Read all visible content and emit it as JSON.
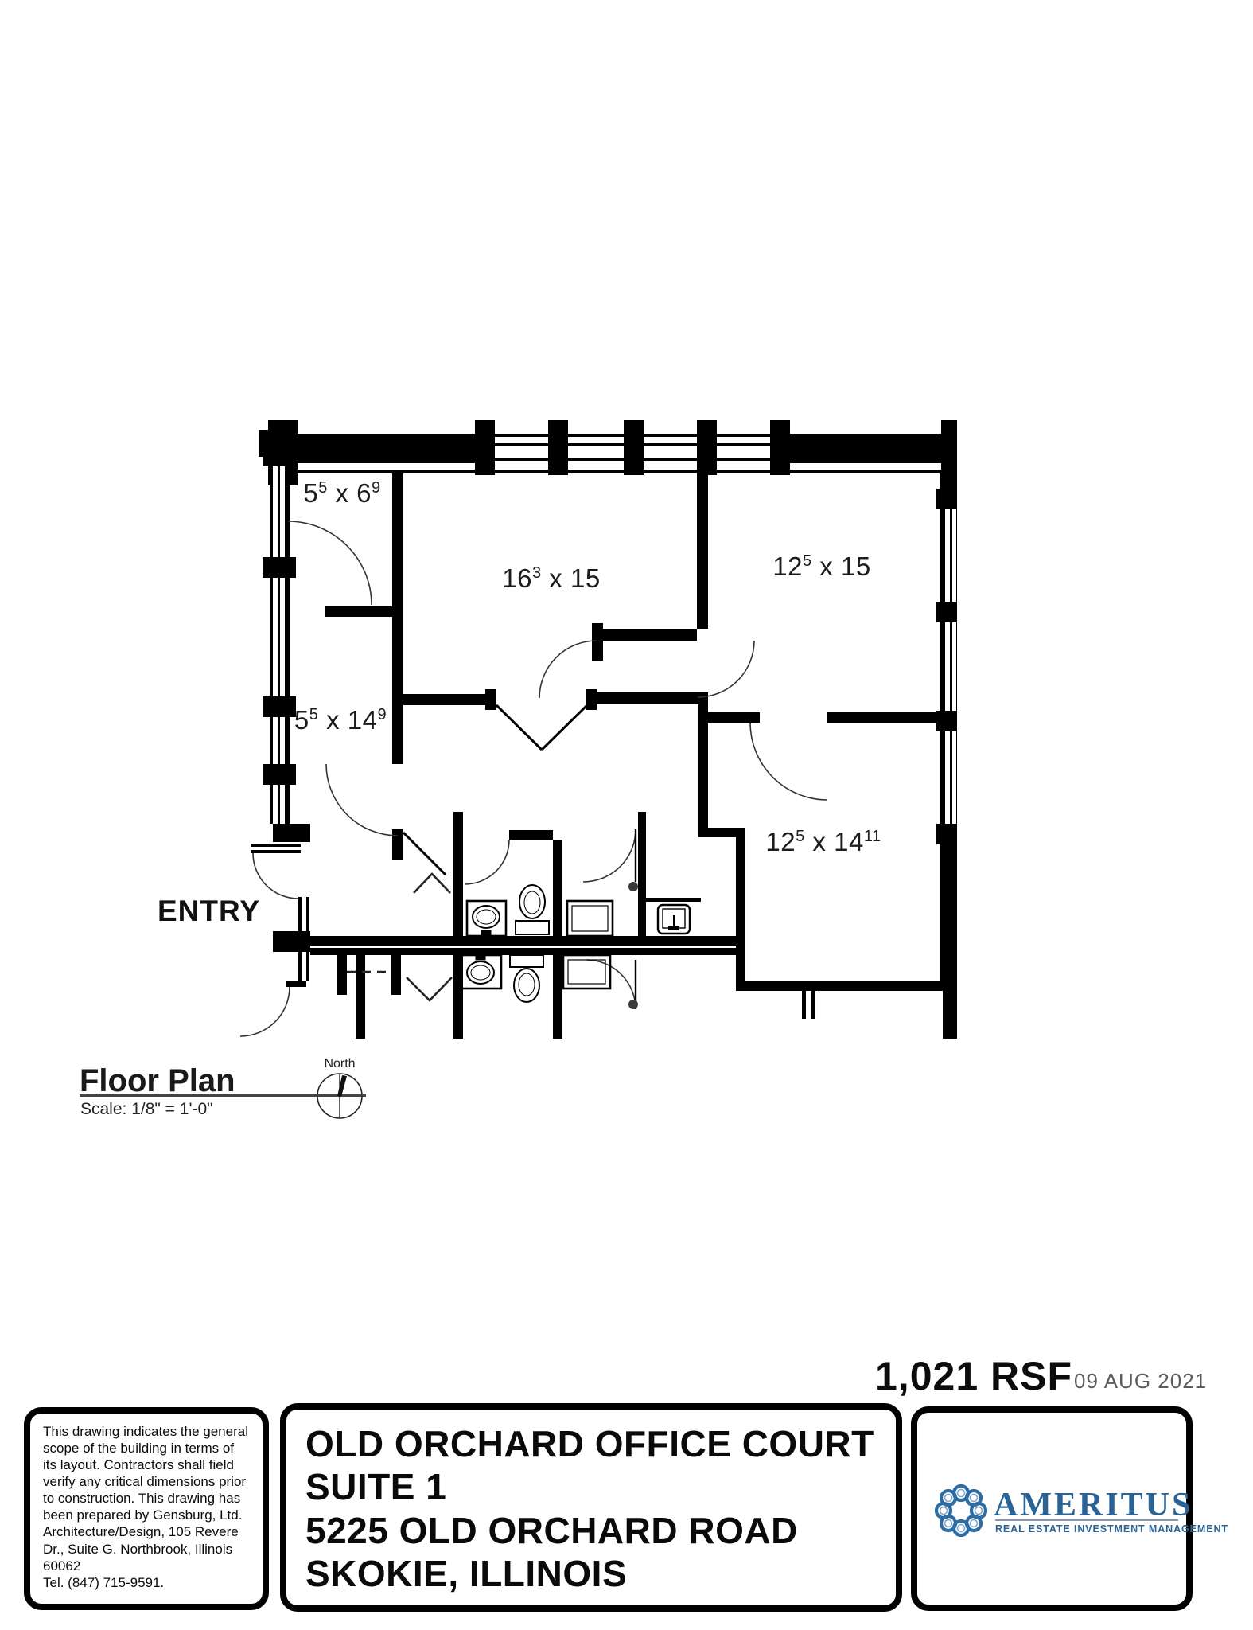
{
  "plan": {
    "entry_label": "ENTRY",
    "rooms": [
      {
        "a": "5",
        "a_sup": "5",
        "sep": " x ",
        "b": "6",
        "b_sup": "9"
      },
      {
        "a": "16",
        "a_sup": "3",
        "sep": " x ",
        "b": "15",
        "b_sup": ""
      },
      {
        "a": "12",
        "a_sup": "5",
        "sep": " x ",
        "b": "15",
        "b_sup": ""
      },
      {
        "a": "5",
        "a_sup": "5",
        "sep": " x ",
        "b": "14",
        "b_sup": "9"
      },
      {
        "a": "12",
        "a_sup": "5",
        "sep": " x ",
        "b": "14",
        "b_sup": "11"
      }
    ]
  },
  "caption": {
    "title": "Floor Plan",
    "scale": "Scale: 1/8\" = 1'-0\"",
    "north": "North"
  },
  "summary": {
    "area": "1,021 RSF",
    "date": "09 AUG 2021"
  },
  "titleblock": {
    "disclaimer": "This drawing indicates the general\nscope of the building in terms of\nits layout. Contractors shall field\nverify any critical dimensions prior\nto construction. This drawing has\nbeen prepared by Gensburg, Ltd.\nArchitecture/Design, 105 Revere\nDr., Suite G. Northbrook, Illinois\n60062\nTel. (847) 715-9591.",
    "project": "OLD ORCHARD OFFICE COURT\nSUITE 1\n5225 OLD ORCHARD ROAD\nSKOKIE, ILLINOIS",
    "logo": {
      "name": "AMERITUS",
      "tagline": "REAL ESTATE INVESTMENT MANAGEMENT",
      "accent": "#2a6496"
    }
  }
}
